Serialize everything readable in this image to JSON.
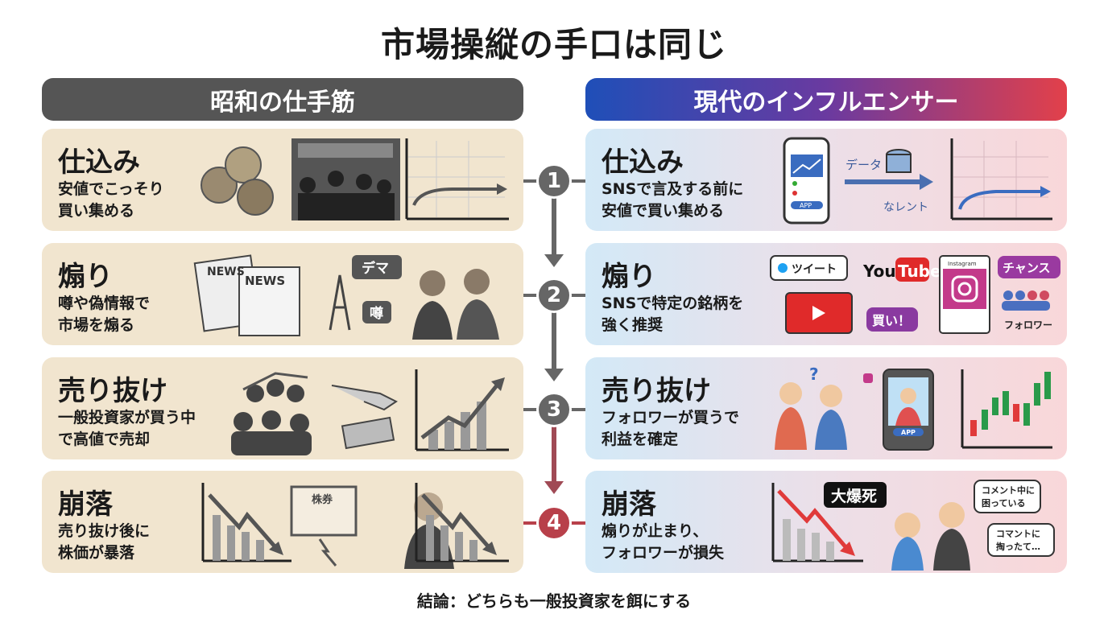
{
  "title": "市場操縦の手口は同じ",
  "left_header": "昭和の仕手筋",
  "right_header": "現代のインフルエンサー",
  "steps": [
    "1",
    "2",
    "3",
    "4"
  ],
  "left": [
    {
      "title": "仕込み",
      "desc": "安値でこっそり\n買い集める"
    },
    {
      "title": "煽り",
      "desc": "噂や偽情報で\n市場を煽る",
      "news": "NEWS",
      "dema": "デマ",
      "uwasa": "噂"
    },
    {
      "title": "売り抜け",
      "desc": "一般投資家が買う中\nで高値で売却"
    },
    {
      "title": "崩落",
      "desc": "売り抜け後に\n株価が暴落",
      "cert": "株券"
    }
  ],
  "right": [
    {
      "title": "仕込み",
      "desc": "SNSで言及する前に\n安値で買い集める",
      "data_label": "データ",
      "hidden_label": "なレント",
      "app": "APP"
    },
    {
      "title": "煽り",
      "desc": "SNSで特定の銘柄を\n強く推奨",
      "tweet": "ツイート",
      "youtube_you": "You",
      "youtube_tube": "Tube",
      "buy": "買い！",
      "instagram": "Instagram",
      "chance": "チャンス",
      "follower": "フォロワー"
    },
    {
      "title": "売り抜け",
      "desc": "フォロワーが買うで\n利益を確定",
      "app": "APP"
    },
    {
      "title": "崩落",
      "desc": "煽りが止まり、\nフォロワーが損失",
      "crash": "大爆死",
      "bubble1": "コメント中に\n困っている",
      "bubble2": "コマントに\n掏ったて…"
    }
  ],
  "conclusion": "結論：どちらも一般投資家を餌にする",
  "colors": {
    "left_card": "#f1e5cf",
    "header_left": "#555555",
    "step_gray": "#666666",
    "step_red": "#b8404a"
  }
}
